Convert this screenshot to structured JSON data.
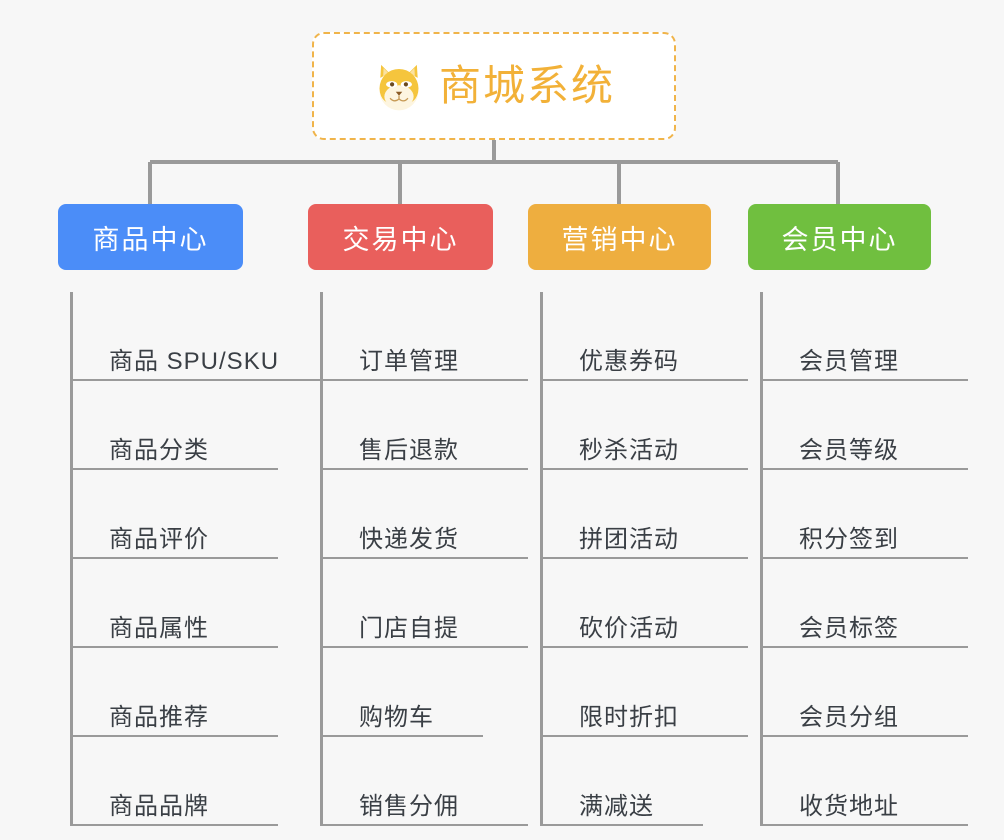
{
  "root": {
    "title": "商城系统",
    "icon": "shiba-dog-face-icon",
    "border_color": "#f0b44a",
    "text_color": "#f2b138",
    "background": "#ffffff"
  },
  "canvas": {
    "background": "#f7f7f7",
    "connector_color": "#9a9a9a"
  },
  "branches": [
    {
      "label": "商品中心",
      "color": "#4b8df8",
      "leaves": [
        {
          "label": "商品 SPU/SKU"
        },
        {
          "label": "商品分类"
        },
        {
          "label": "商品评价"
        },
        {
          "label": "商品属性"
        },
        {
          "label": "商品推荐"
        },
        {
          "label": "商品品牌"
        }
      ]
    },
    {
      "label": "交易中心",
      "color": "#e95f5c",
      "leaves": [
        {
          "label": "订单管理"
        },
        {
          "label": "售后退款"
        },
        {
          "label": "快递发货"
        },
        {
          "label": "门店自提"
        },
        {
          "label": "购物车"
        },
        {
          "label": "销售分佣"
        }
      ]
    },
    {
      "label": "营销中心",
      "color": "#eeae3f",
      "leaves": [
        {
          "label": "优惠券码"
        },
        {
          "label": "秒杀活动"
        },
        {
          "label": "拼团活动"
        },
        {
          "label": "砍价活动"
        },
        {
          "label": "限时折扣"
        },
        {
          "label": "满减送"
        }
      ]
    },
    {
      "label": "会员中心",
      "color": "#70bf3f",
      "leaves": [
        {
          "label": "会员管理"
        },
        {
          "label": "会员等级"
        },
        {
          "label": "积分签到"
        },
        {
          "label": "会员标签"
        },
        {
          "label": "会员分组"
        },
        {
          "label": "收货地址"
        }
      ]
    }
  ]
}
